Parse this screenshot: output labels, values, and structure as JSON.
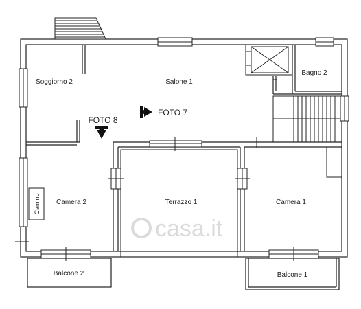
{
  "rooms": {
    "soggiorno_2": "Soggiorno 2",
    "salone_1": "Salone 1",
    "bagno_2": "Bagno 2",
    "camera_2": "Camera 2",
    "terrazzo_1": "Terrazzo 1",
    "camera_1": "Camera 1",
    "balcone_2": "Balcone 2",
    "balcone_1": "Balcone 1",
    "camino": "Camino"
  },
  "markers": {
    "foto_7": "FOTO 7",
    "foto_8": "FOTO 8"
  },
  "watermark": "casa.it"
}
